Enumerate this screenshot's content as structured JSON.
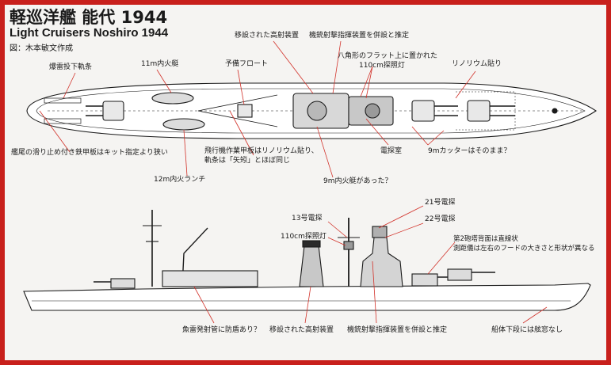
{
  "title": {
    "japanese": "軽巡洋艦 能代 1944",
    "english": "Light Cruisers Noshiro 1944",
    "credit": "図：木本敏文作成"
  },
  "top_view_labels": {
    "secondary_aa_moved": "移設された高射装置",
    "mg_director_added": "機銃射撃指揮装置を併設と推定",
    "depth_charge_rails": "爆雷投下軌条",
    "boat_11m": "11m内火艇",
    "spare_float": "予備フロート",
    "octagonal_flat": "八角形のフラット上に置かれた",
    "searchlight_110_top": "110cm探照灯",
    "linoleum": "リノリウム貼り",
    "stern_plate": "艦尾の滑り止め付き鉄甲板はキット指定より狭い",
    "flight_deck_1": "飛行機作業甲板はリノリウム貼り、",
    "flight_deck_2": "軌条は「矢矧」とほぼ同じ",
    "radar_room": "電探室",
    "cutter_9m": "9mカッターはそのまま？",
    "launch_12m": "12m内火ランチ",
    "boat_9m": "9m内火艇があった？"
  },
  "side_view_labels": {
    "radar_21": "21号電探",
    "radar_22": "22号電探",
    "radar_13": "13号電探",
    "searchlight_110_side": "110cm探照灯",
    "turret2_line1": "第2砲塔背面は直線状",
    "turret2_line2": "測距儀は左右のフードの大きさと形状が異なる",
    "torpedo_shield": "魚雷発射管に防盾あり？",
    "secondary_aa_moved_side": "移設された高射装置",
    "mg_director_added_side": "機銃射撃指揮装置を併設と推定",
    "no_scuttles": "船体下段には舷窓なし"
  },
  "colors": {
    "frame": "#c8201c",
    "leader": "#d2322a",
    "ink": "#1a1a1a",
    "paper": "#f5f4f2"
  }
}
